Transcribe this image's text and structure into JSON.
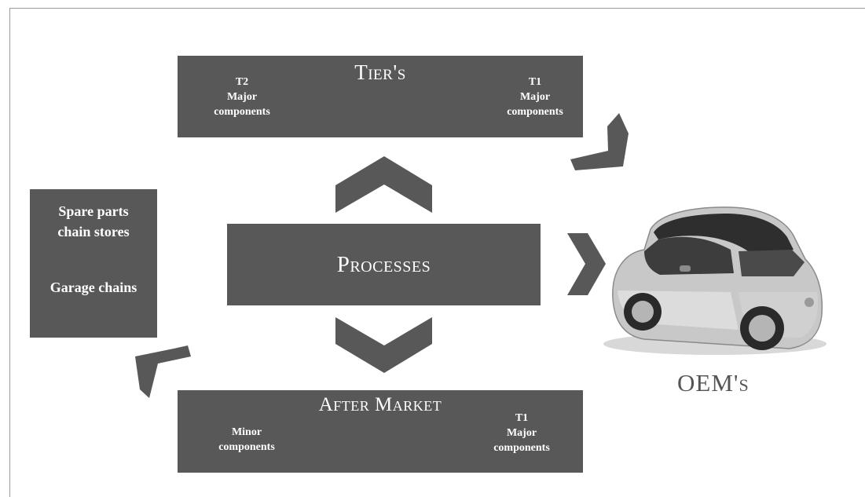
{
  "tiers": {
    "title": "Tier's",
    "left": {
      "tier": "T2",
      "line1": "Major",
      "line2": "components"
    },
    "right": {
      "tier": "T1",
      "line1": "Major",
      "line2": "components"
    }
  },
  "processes": {
    "title": "Processes"
  },
  "aftermarket": {
    "title": "After Market",
    "left": {
      "line1": "Minor",
      "line2": "components"
    },
    "right": {
      "tier": "T1",
      "line1": "Major",
      "line2": "components"
    }
  },
  "sidebox": {
    "spare_line1": "Spare parts",
    "spare_line2": "chain stores",
    "garage": "Garage chains"
  },
  "oem": {
    "label": "OEM's",
    "image": "car-image"
  },
  "colors": {
    "box": "#585858",
    "text_light": "#ffffff",
    "label": "#555555"
  }
}
